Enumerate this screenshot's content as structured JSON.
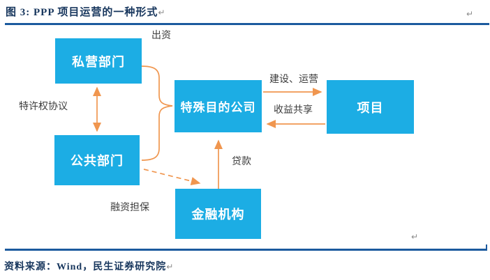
{
  "figure": {
    "title": "图 3: PPP 项目运营的一种形式",
    "source": "资料来源：Wind，民生证券研究院",
    "return_mark": "↵"
  },
  "colors": {
    "box": "#1CADE4",
    "boxText": "#FFFFFF",
    "arrow": "#F0964F",
    "title": "#17365D",
    "rule": "#1C5A9E",
    "label": "#3C3C3C",
    "mark": "#8A8A8A"
  },
  "nodes": {
    "private_sector": "私营部门",
    "public_sector": "公共部门",
    "spv": "特殊目的公司",
    "project": "项目",
    "financial_institution": "金融机构"
  },
  "edges": {
    "investment": "出资",
    "concession_agreement": "特许权协议",
    "construction_operation": "建设、运营",
    "revenue_sharing": "收益共享",
    "loan": "贷款",
    "financing_guarantee": "融资担保"
  }
}
